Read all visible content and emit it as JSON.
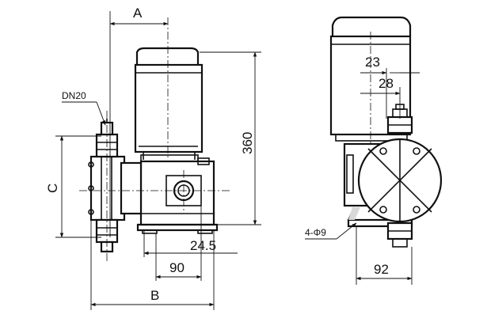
{
  "drawing": {
    "labels": {
      "a": "A",
      "b": "B",
      "c": "C",
      "height": "360",
      "dn": "DN20",
      "d23": "23",
      "d28": "28",
      "d245": "24.5",
      "d90": "90",
      "d92": "92",
      "holes": "4-Φ9"
    }
  }
}
